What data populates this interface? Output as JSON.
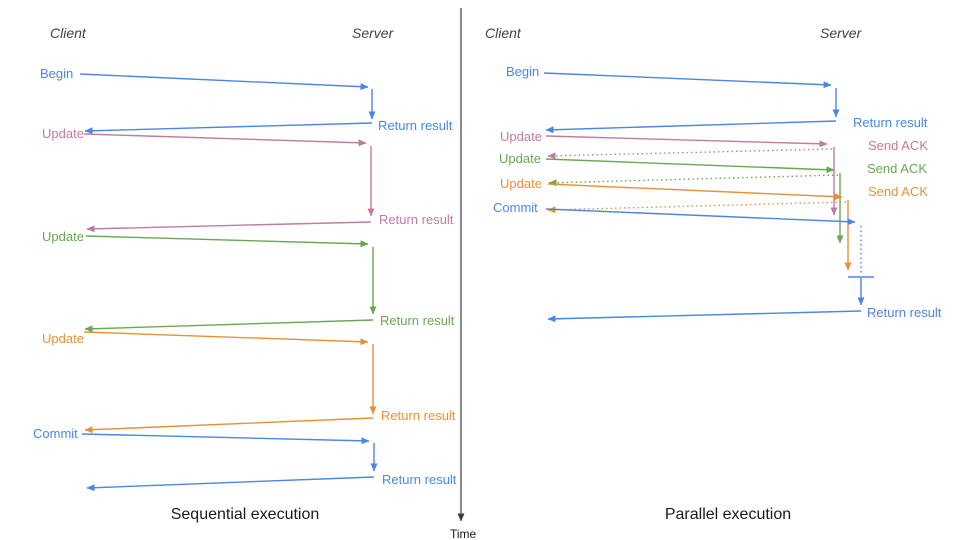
{
  "colors": {
    "blue": "#4a86e8",
    "pink": "#c27ba0",
    "green": "#6aa84f",
    "orange": "#e69138",
    "axis": "#3d3d3d",
    "header": "#434343",
    "caption": "#1a1a1a"
  },
  "time_axis": {
    "label": "Time"
  },
  "panels": [
    {
      "id": "sequential",
      "caption": "Sequential execution",
      "client_header": "Client",
      "server_header": "Server",
      "messages": [
        {
          "label": "Begin",
          "color": "blue",
          "server_label": "Return result"
        },
        {
          "label": "Update",
          "color": "pink",
          "server_label": "Return result"
        },
        {
          "label": "Update",
          "color": "green",
          "server_label": "Return result"
        },
        {
          "label": "Update",
          "color": "orange",
          "server_label": "Return result"
        },
        {
          "label": "Commit",
          "color": "blue",
          "server_label": "Return result"
        }
      ]
    },
    {
      "id": "parallel",
      "caption": "Parallel execution",
      "client_header": "Client",
      "server_header": "Server",
      "messages": [
        {
          "label": "Begin",
          "color": "blue",
          "server_label": "Return result"
        },
        {
          "label": "Update",
          "color": "pink",
          "server_label": "Send ACK"
        },
        {
          "label": "Update",
          "color": "green",
          "server_label": "Send ACK"
        },
        {
          "label": "Update",
          "color": "orange",
          "server_label": "Send ACK"
        },
        {
          "label": "Commit",
          "color": "blue",
          "server_label": "Return result"
        }
      ]
    }
  ]
}
